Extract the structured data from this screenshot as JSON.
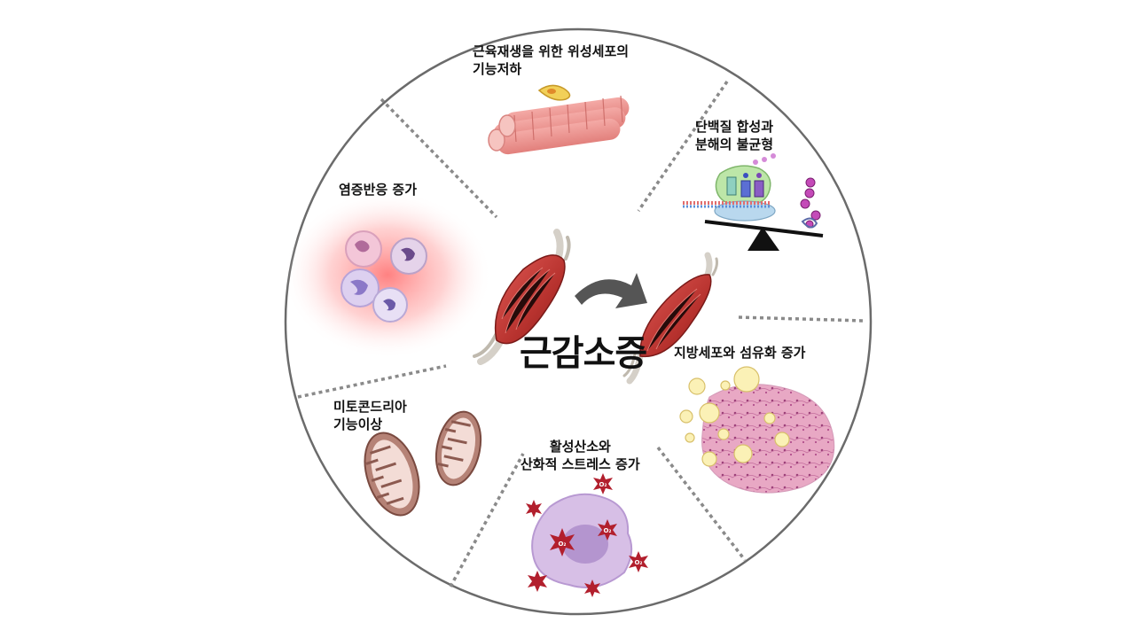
{
  "center": {
    "title": "근감소증"
  },
  "segments": [
    {
      "id": "satellite",
      "lines": [
        "근육재생을 위한 위성세포의",
        "기능저하"
      ]
    },
    {
      "id": "protein",
      "lines": [
        "단백질 합성과",
        "분해의 불균형"
      ]
    },
    {
      "id": "inflammation",
      "lines": [
        "염증반응 증가"
      ]
    },
    {
      "id": "fat",
      "lines": [
        "지방세포와 섬유화 증가"
      ]
    },
    {
      "id": "mitochondria",
      "lines": [
        "미토콘드리아",
        "기능이상"
      ]
    },
    {
      "id": "ros",
      "lines": [
        "활성산소와",
        "산화적 스트레스 증가"
      ]
    }
  ],
  "icons": {
    "o2": "O₂"
  }
}
